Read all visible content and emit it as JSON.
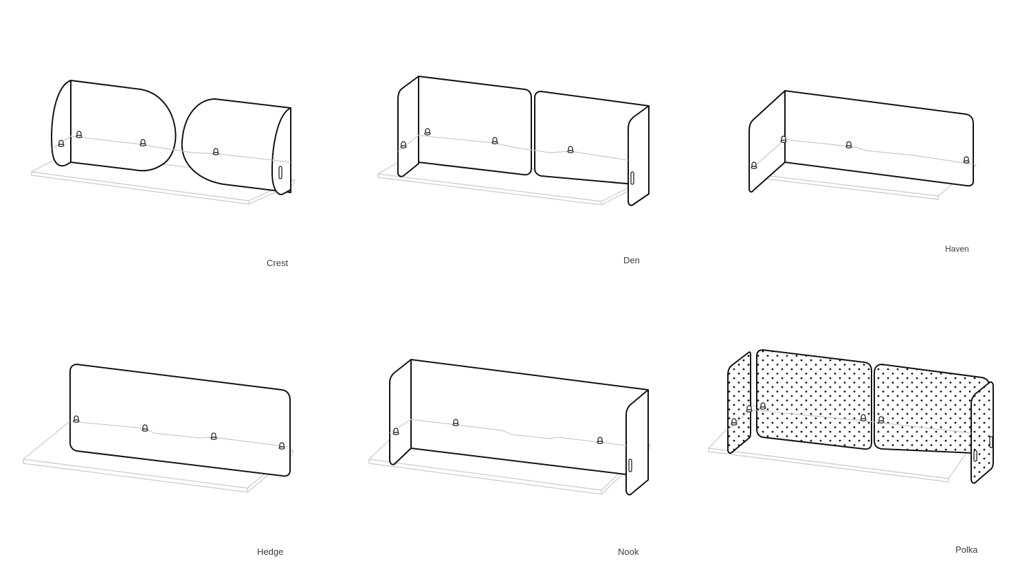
{
  "products": [
    {
      "name": "Crest",
      "label": "Crest"
    },
    {
      "name": "Den",
      "label": "Den"
    },
    {
      "name": "Haven",
      "label": "Haven"
    },
    {
      "name": "Hedge",
      "label": "Hedge"
    },
    {
      "name": "Nook",
      "label": "Nook"
    },
    {
      "name": "Polka",
      "label": "Polka"
    }
  ],
  "colors": {
    "background": "#ffffff",
    "outline": "#111111",
    "desk_outline": "#cfcfcf",
    "label_text": "#3a3a3a"
  }
}
